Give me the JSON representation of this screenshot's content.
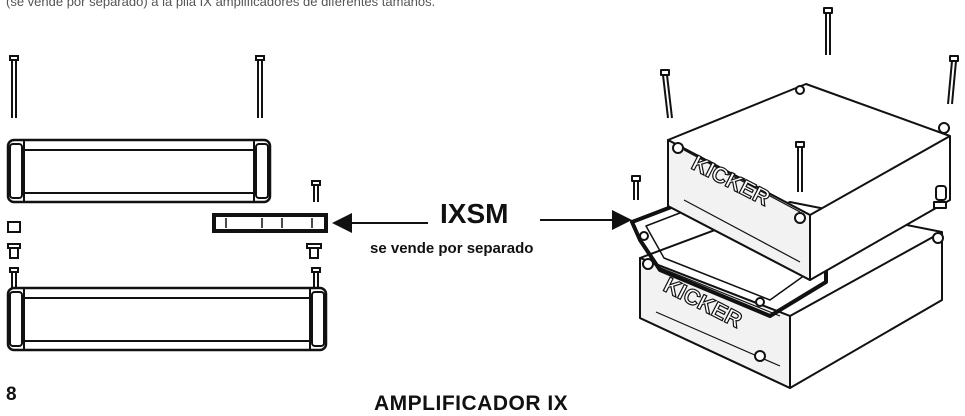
{
  "intro_text": "(se vende por separado) a la pila IX amplificadores de diferentes tamaños.",
  "page_number": "8",
  "footer_title": "AMPLIFICADOR IX",
  "callout": {
    "product": "IXSM",
    "note": "se vende por separado"
  },
  "logo_text": "KICKER",
  "colors": {
    "ink": "#111111",
    "caption": "#555555",
    "background": "#ffffff"
  }
}
